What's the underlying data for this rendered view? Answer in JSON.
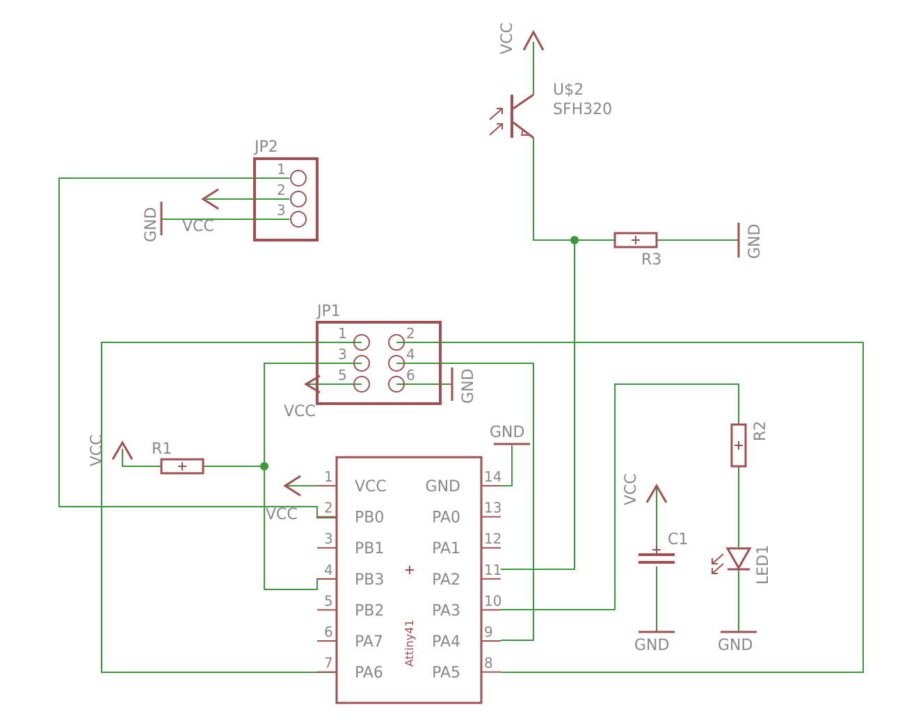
{
  "components": {
    "jp2": {
      "name": "JP2",
      "pins": [
        "1",
        "2",
        "3"
      ],
      "labels": {
        "gnd": "GND",
        "vcc": "VCC"
      }
    },
    "jp1": {
      "name": "JP1",
      "pins": [
        "1",
        "2",
        "3",
        "4",
        "5",
        "6"
      ],
      "labels": {
        "vcc": "VCC",
        "gnd": "GND"
      }
    },
    "u2": {
      "name": "U$2",
      "value": "SFH320",
      "supply": "VCC"
    },
    "r3": {
      "name": "R3",
      "gnd": "GND"
    },
    "r1": {
      "name": "R1",
      "supply": "VCC"
    },
    "r2": {
      "name": "R2"
    },
    "c1": {
      "name": "C1",
      "supply": "VCC",
      "gnd": "GND"
    },
    "led1": {
      "name": "LED1",
      "gnd": "GND"
    },
    "mcu": {
      "name": "Attiny41",
      "gnd_label": "GND",
      "vcc_label": "VCC",
      "left_pins": [
        {
          "num": "1",
          "name": "VCC"
        },
        {
          "num": "2",
          "name": "PB0"
        },
        {
          "num": "3",
          "name": "PB1"
        },
        {
          "num": "4",
          "name": "PB3"
        },
        {
          "num": "5",
          "name": "PB2"
        },
        {
          "num": "6",
          "name": "PA7"
        },
        {
          "num": "7",
          "name": "PA6"
        }
      ],
      "right_pins": [
        {
          "num": "14",
          "name": "GND"
        },
        {
          "num": "13",
          "name": "PA0"
        },
        {
          "num": "12",
          "name": "PA1"
        },
        {
          "num": "11",
          "name": "PA2"
        },
        {
          "num": "10",
          "name": "PA3"
        },
        {
          "num": "9",
          "name": "PA4"
        },
        {
          "num": "8",
          "name": "PA5"
        }
      ]
    }
  },
  "colors": {
    "symbol": "#a05050",
    "wire": "#3a9a3a",
    "label": "#888888"
  }
}
